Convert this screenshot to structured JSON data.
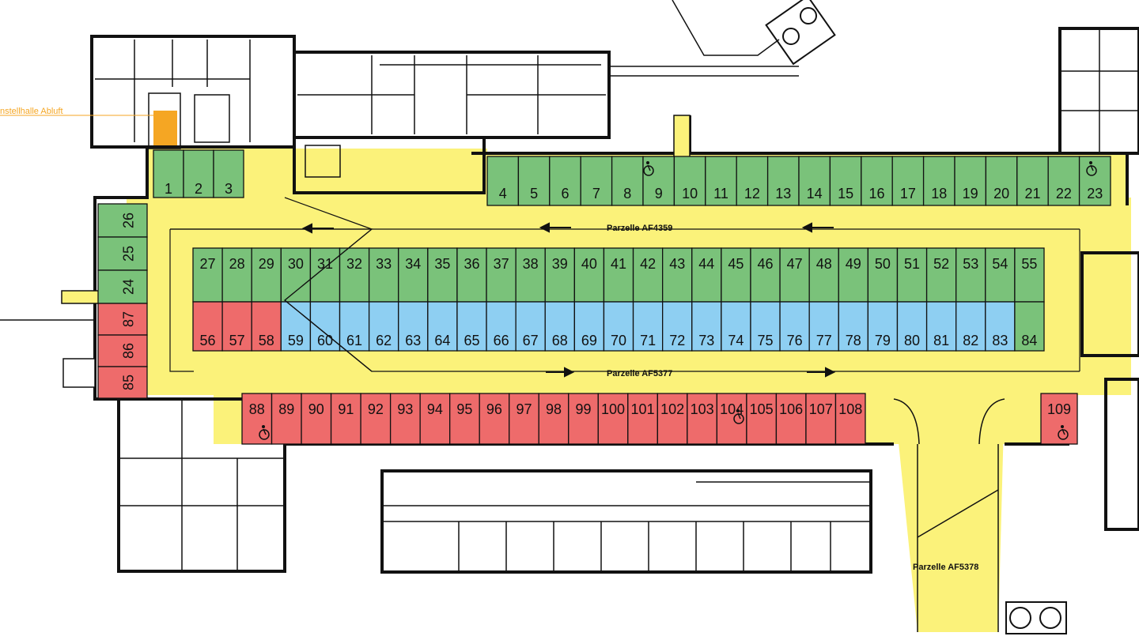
{
  "labels": {
    "parcel_north": "Parzelle AF4359",
    "parcel_south": "Parzelle AF5377",
    "parcel_ramp": "Parzelle AF5378",
    "exhaust": "nstellhalle Abluft"
  },
  "colors": {
    "green": "#7ac27a",
    "blue": "#8ecff2",
    "red": "#ee6b6b",
    "yellow": "#fbf27a",
    "orange": "#f5a623",
    "wall": "#111111"
  },
  "legend_spaces": {
    "green_spaces": [
      "1",
      "2",
      "3",
      "4",
      "5",
      "6",
      "7",
      "8",
      "9",
      "10",
      "11",
      "12",
      "13",
      "14",
      "15",
      "16",
      "17",
      "18",
      "19",
      "20",
      "21",
      "22",
      "23",
      "24",
      "25",
      "26",
      "27",
      "28",
      "29",
      "30",
      "31",
      "32",
      "33",
      "34",
      "35",
      "36",
      "37",
      "38",
      "39",
      "40",
      "41",
      "42",
      "43",
      "44",
      "45",
      "46",
      "47",
      "48",
      "49",
      "50",
      "51",
      "52",
      "53",
      "54",
      "55",
      "84"
    ],
    "blue_spaces": [
      "59",
      "60",
      "61",
      "62",
      "63",
      "64",
      "65",
      "66",
      "67",
      "68",
      "69",
      "70",
      "71",
      "72",
      "73",
      "74",
      "75",
      "76",
      "77",
      "78",
      "79",
      "80",
      "81",
      "82",
      "83"
    ],
    "red_spaces": [
      "56",
      "57",
      "58",
      "85",
      "86",
      "87",
      "88",
      "89",
      "90",
      "91",
      "92",
      "93",
      "94",
      "95",
      "96",
      "97",
      "98",
      "99",
      "100",
      "101",
      "102",
      "103",
      "104",
      "105",
      "106",
      "107",
      "108",
      "109"
    ],
    "accessible_spaces": [
      "9",
      "23",
      "88",
      "104",
      "109"
    ]
  }
}
